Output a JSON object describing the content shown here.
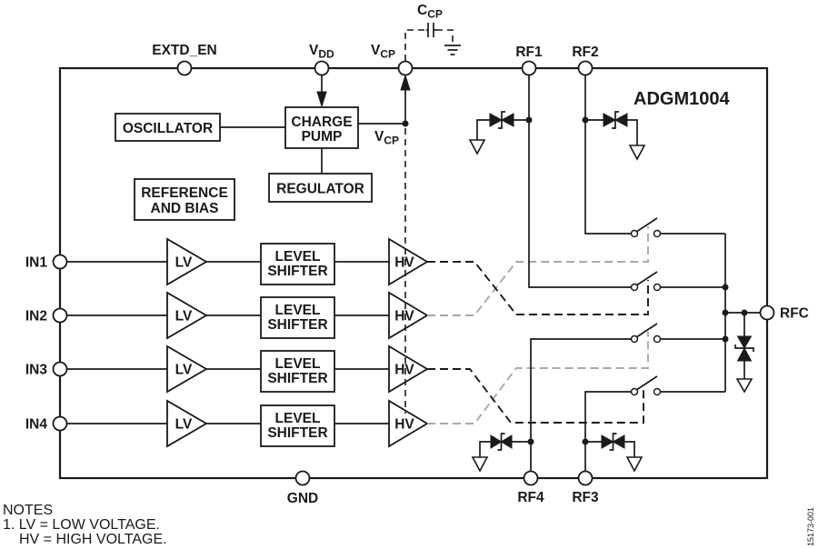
{
  "diagram": {
    "part_number": "ADGM1004",
    "figure_id": "15173-001",
    "top_pins": {
      "extd_en": "EXTD_EN",
      "vdd": {
        "main": "V",
        "sub": "DD"
      },
      "vcp": {
        "main": "V",
        "sub": "CP"
      },
      "rf1": "RF1",
      "rf2": "RF2"
    },
    "bottom_pins": {
      "gnd": "GND",
      "rf4": "RF4",
      "rf3": "RF3"
    },
    "right_pins": {
      "rfc": "RFC"
    },
    "external_capacitor": {
      "main": "C",
      "sub": "CP"
    },
    "internal_vcp_net": {
      "main": "V",
      "sub": "CP"
    },
    "blocks": {
      "oscillator": "OSCILLATOR",
      "charge_pump": [
        "CHARGE",
        "PUMP"
      ],
      "regulator": "REGULATOR",
      "reference_and_bias": [
        "REFERENCE",
        "AND BIAS"
      ]
    },
    "channels": [
      {
        "input": "IN1",
        "lv": "LV",
        "level_shifter": [
          "LEVEL",
          "SHIFTER"
        ],
        "hv": "HV"
      },
      {
        "input": "IN2",
        "lv": "LV",
        "level_shifter": [
          "LEVEL",
          "SHIFTER"
        ],
        "hv": "HV"
      },
      {
        "input": "IN3",
        "lv": "LV",
        "level_shifter": [
          "LEVEL",
          "SHIFTER"
        ],
        "hv": "HV"
      },
      {
        "input": "IN4",
        "lv": "LV",
        "level_shifter": [
          "LEVEL",
          "SHIFTER"
        ],
        "hv": "HV"
      }
    ]
  },
  "notes": {
    "heading": "NOTES",
    "lines": [
      "1. LV = LOW VOLTAGE.",
      "HV = HIGH VOLTAGE."
    ]
  },
  "colors": {
    "line": "#1a1a1a",
    "secondary_control_line": "#a8a8a8",
    "background": "#ffffff"
  }
}
